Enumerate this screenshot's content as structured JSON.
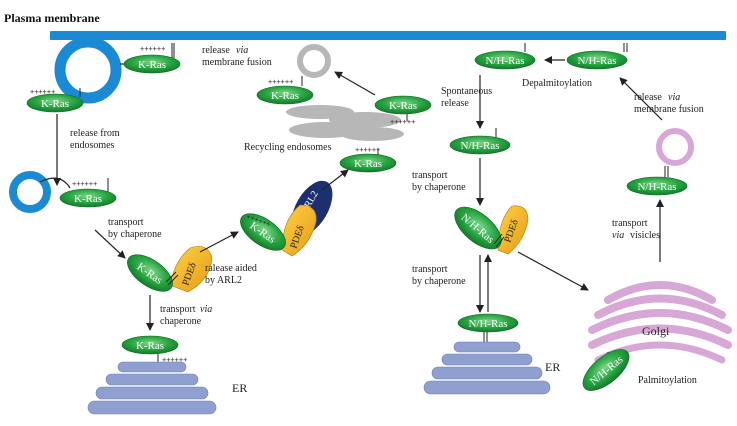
{
  "labels": {
    "plasma_membrane": "Plasma membrane",
    "release_via_fusion_left_1": "release",
    "release_via_fusion_left_2": "via",
    "release_via_fusion_left_3": "membrane fusion",
    "release_from_endosomes_1": "release from",
    "release_from_endosomes_2": "endosomes",
    "recycling_endosomes": "Recycling endosomes",
    "transport_chaperone_1": "transport",
    "transport_chaperone_2": "by chaperone",
    "release_arl2_1": "ralease aided",
    "release_arl2_2": "by ARL2",
    "transport_via_chaperone_1": "transport",
    "transport_via_chaperone_2": "via",
    "transport_via_chaperone_3": "chaperone",
    "er_left": "ER",
    "er_right": "ER",
    "depalmitoylation": "Depalmitoylation",
    "spontaneous_1": "Spontaneous",
    "spontaneous_2": "release",
    "transport_chaperone_r1_1": "transport",
    "transport_chaperone_r1_2": "by chaperone",
    "transport_chaperone_r2_1": "transport",
    "transport_chaperone_r2_2": "by chaperone",
    "release_via_fusion_right_1": "release",
    "release_via_fusion_right_2": "via",
    "release_via_fusion_right_3": "membrane fusion",
    "transport_vesicles_1": "transport",
    "transport_vesicles_2": "via",
    "transport_vesicles_3": "visicles",
    "golgi": "Golgi",
    "palmitoylation": "Palmitoylation"
  },
  "molecules": {
    "kras": "K-Ras",
    "nhras": "N/H-Ras",
    "pde": "PDEδ",
    "arl2": "ARL2",
    "charges": "++++++"
  },
  "colors": {
    "membrane": "#1a8ad4",
    "ras_green": "#1f9a3a",
    "pde_yellow": "#f2b21a",
    "arl2_navy": "#1c2f6e",
    "er_blue": "#8e9fd0",
    "golgi_pink": "#d7a7d6",
    "vesicle_gray": "#b7b7b7",
    "vesicle_pink": "#d9a6d8"
  }
}
